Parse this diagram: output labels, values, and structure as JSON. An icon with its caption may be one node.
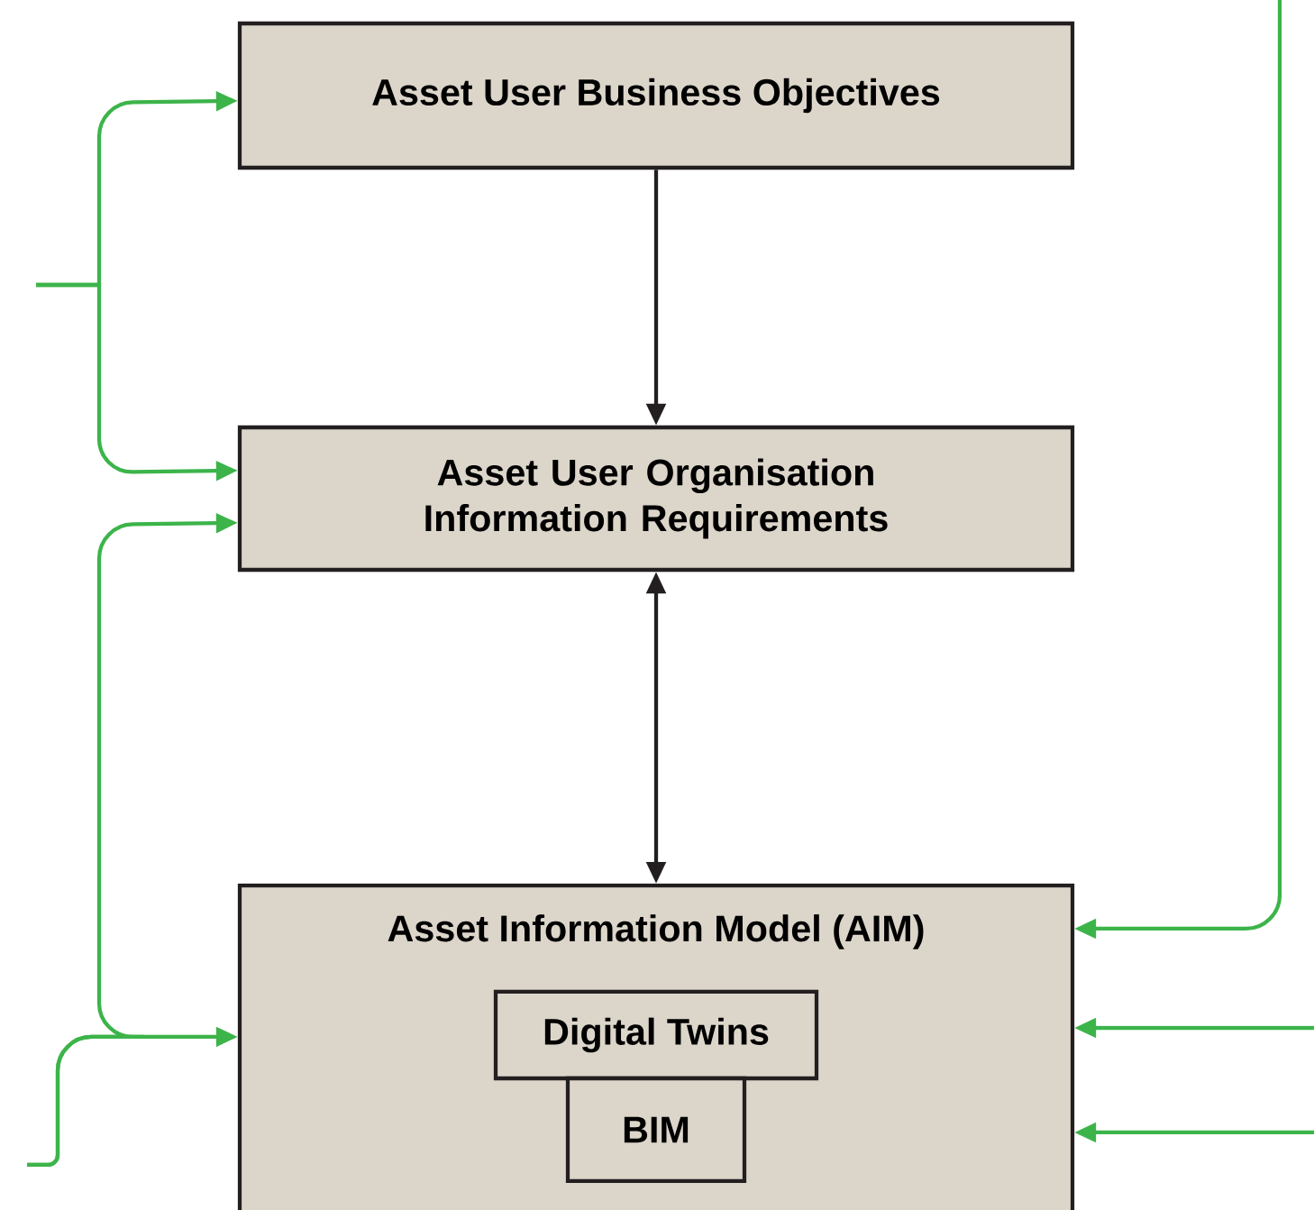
{
  "diagram": {
    "nodes": [
      {
        "text": [
          "Asset User Business Objectives"
        ]
      },
      {
        "text": [
          "Asset User Organisation Information Requirements"
        ]
      },
      {
        "text": [
          "Asset Information Model (AIM)"
        ]
      },
      {
        "text": [
          "Digital Twins"
        ],
        "in": 2
      },
      {
        "text": [
          "BIM"
        ],
        "in": 2
      }
    ],
    "edges": [
      {
        "from": 0,
        "to": 1,
        "arrow": "to",
        "color": "#231f20"
      },
      {
        "from": 1,
        "to": 2,
        "arrow": "both",
        "color": "#231f20"
      },
      {
        "from": null,
        "to": 0,
        "arrow": "to"
      },
      {
        "from": null,
        "to": 1,
        "arrow": "to"
      },
      {
        "from": null,
        "to": 1,
        "arrow": "to"
      },
      {
        "from": null,
        "to": 2,
        "arrow": "to"
      },
      {
        "from": null,
        "to": 2,
        "arrow": "to"
      },
      {
        "from": null,
        "to": 2,
        "arrow": "to"
      },
      {
        "from": null,
        "to": 2,
        "arrow": "to"
      }
    ]
  }
}
